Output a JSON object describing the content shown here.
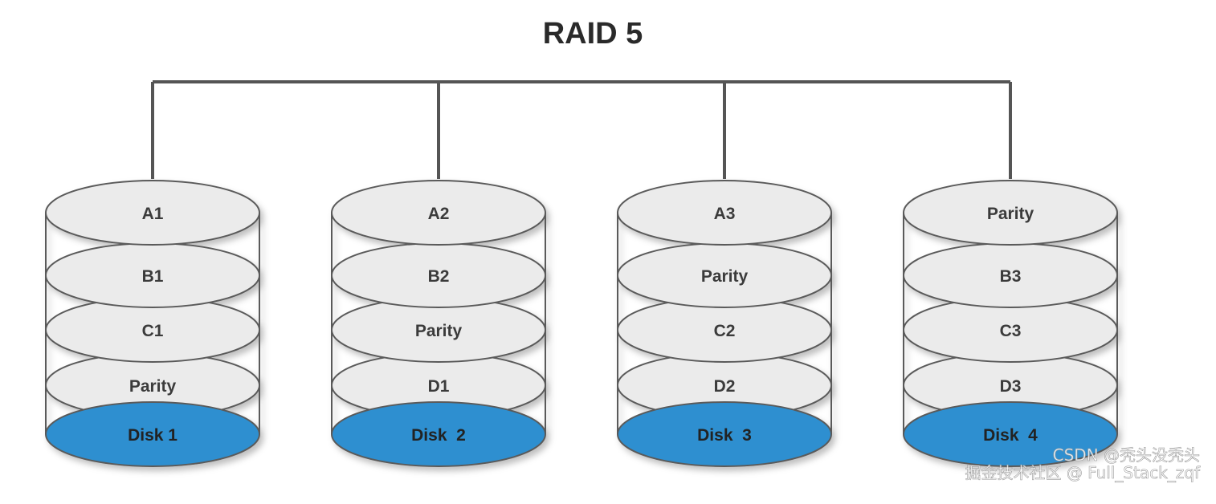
{
  "title": "RAID 5",
  "colors": {
    "block_fill": "#ebebeb",
    "block_stroke": "#5a5a5a",
    "disk_fill": "#2e8fd0",
    "line": "#555555"
  },
  "disks": [
    {
      "label": "Disk 1",
      "blocks": [
        "A1",
        "B1",
        "C1",
        "Parity"
      ]
    },
    {
      "label": "Disk  2",
      "blocks": [
        "A2",
        "B2",
        "Parity",
        "D1"
      ]
    },
    {
      "label": "Disk  3",
      "blocks": [
        "A3",
        "Parity",
        "C2",
        "D2"
      ]
    },
    {
      "label": "Disk  4",
      "blocks": [
        "Parity",
        "B3",
        "C3",
        "D3"
      ]
    }
  ],
  "watermark": {
    "line1": "CSDN @秃头没秃头",
    "line2": "掘金技术社区 @ Full_Stack_zqf"
  }
}
